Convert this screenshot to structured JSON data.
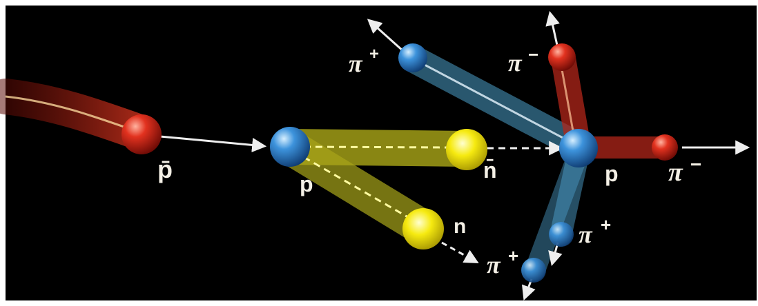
{
  "colors": {
    "background": "#000000",
    "border": "#ffffff",
    "antiproton": "#d8261a",
    "proton": "#3a8fd6",
    "neutron": "#f3e614",
    "pion_plus": "#4aa3e0",
    "pion_minus": "#d8261a",
    "arrow": "#eeeeee"
  },
  "labels": {
    "antiproton": "p̄",
    "proton_left": "p",
    "antineutron": "n̄",
    "neutron": "n",
    "proton_right": "p",
    "pion_plus_top": "π",
    "pion_plus_top_sup": "+",
    "pion_minus_top": "π",
    "pion_minus_top_sup": "−",
    "pion_minus_right": "π",
    "pion_minus_right_sup": "−",
    "pion_plus_mid": "π",
    "pion_plus_mid_sup": "+",
    "pion_plus_bottom": "π",
    "pion_plus_bottom_sup": "+"
  }
}
